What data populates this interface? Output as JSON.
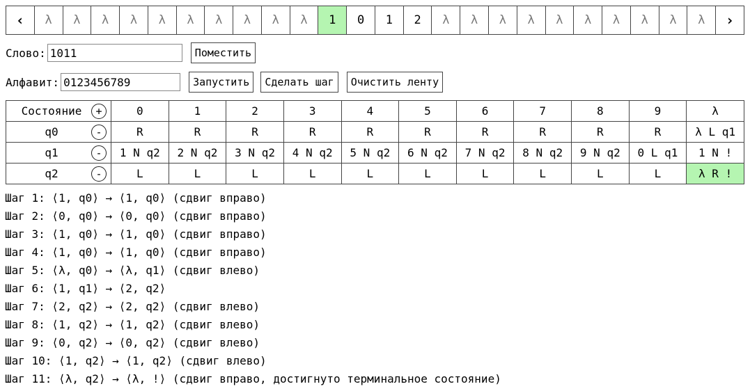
{
  "tape": {
    "prev": "‹",
    "next": "›",
    "cells": [
      "λ",
      "λ",
      "λ",
      "λ",
      "λ",
      "λ",
      "λ",
      "λ",
      "λ",
      "λ",
      "1",
      "0",
      "1",
      "2",
      "λ",
      "λ",
      "λ",
      "λ",
      "λ",
      "λ",
      "λ",
      "λ",
      "λ",
      "λ"
    ],
    "active_index": 10
  },
  "word": {
    "label": "Слово:",
    "value": "1011",
    "button": "Поместить"
  },
  "alphabet": {
    "label": "Алфавит:",
    "value": "0123456789"
  },
  "buttons": {
    "run": "Запустить",
    "step": "Сделать шаг",
    "clear": "Очистить ленту"
  },
  "table": {
    "state_header": "Состояние",
    "add_symbol": "+",
    "remove_symbol": "-",
    "symbols": [
      "0",
      "1",
      "2",
      "3",
      "4",
      "5",
      "6",
      "7",
      "8",
      "9",
      "λ"
    ],
    "rows": [
      {
        "state": "q0",
        "cells": [
          "R",
          "R",
          "R",
          "R",
          "R",
          "R",
          "R",
          "R",
          "R",
          "R",
          "λ L q1"
        ]
      },
      {
        "state": "q1",
        "cells": [
          "1 N q2",
          "2 N q2",
          "3 N q2",
          "4 N q2",
          "5 N q2",
          "6 N q2",
          "7 N q2",
          "8 N q2",
          "9 N q2",
          "0 L q1",
          "1 N !"
        ]
      },
      {
        "state": "q2",
        "cells": [
          "L",
          "L",
          "L",
          "L",
          "L",
          "L",
          "L",
          "L",
          "L",
          "L",
          "λ R !"
        ]
      }
    ],
    "highlight": {
      "row": 2,
      "col": 10
    }
  },
  "log": [
    "Шаг 1: ⟨1, q0⟩ → ⟨1, q0⟩ (сдвиг вправо)",
    "Шаг 2: ⟨0, q0⟩ → ⟨0, q0⟩ (сдвиг вправо)",
    "Шаг 3: ⟨1, q0⟩ → ⟨1, q0⟩ (сдвиг вправо)",
    "Шаг 4: ⟨1, q0⟩ → ⟨1, q0⟩ (сдвиг вправо)",
    "Шаг 5: ⟨λ, q0⟩ → ⟨λ, q1⟩ (сдвиг влево)",
    "Шаг 6: ⟨1, q1⟩ → ⟨2, q2⟩",
    "Шаг 7: ⟨2, q2⟩ → ⟨2, q2⟩ (сдвиг влево)",
    "Шаг 8: ⟨1, q2⟩ → ⟨1, q2⟩ (сдвиг влево)",
    "Шаг 9: ⟨0, q2⟩ → ⟨0, q2⟩ (сдвиг влево)",
    "Шаг 10: ⟨1, q2⟩ → ⟨1, q2⟩ (сдвиг влево)",
    "Шаг 11: ⟨λ, q2⟩ → ⟨λ, !⟩ (сдвиг вправо, достигнуто терминальное состояние)"
  ]
}
